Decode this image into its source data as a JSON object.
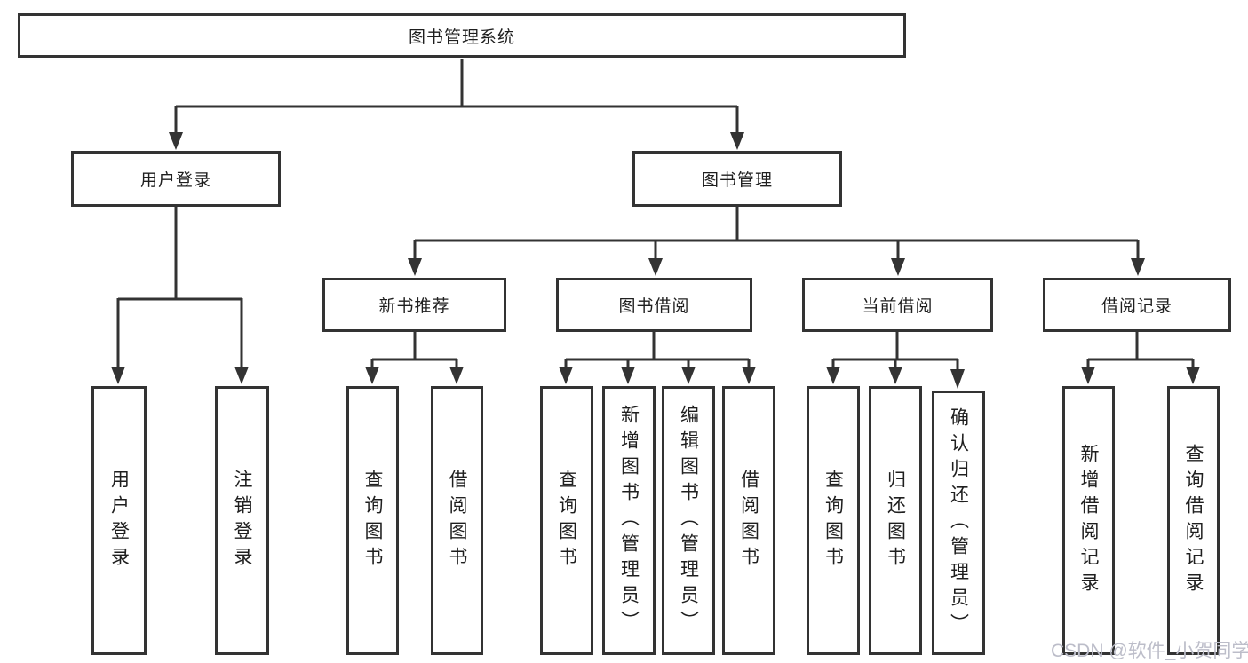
{
  "nodes": {
    "root": "图书管理系统",
    "l2": [
      "用户登录",
      "图书管理"
    ],
    "l3": [
      "新书推荐",
      "图书借阅",
      "当前借阅",
      "借阅记录"
    ],
    "leaves_login": [
      "用户登录",
      "注销登录"
    ],
    "leaves_recommend": [
      "查询图书",
      "借阅图书"
    ],
    "leaves_borrow": [
      "查询图书",
      "新增图书（管理员）",
      "编辑图书（管理员）",
      "借阅图书"
    ],
    "leaves_current": [
      "查询图书",
      "归还图书",
      "确认归还（管理员）"
    ],
    "leaves_records": [
      "新增借阅记录",
      "查询借阅记录"
    ]
  },
  "watermark": "CSDN @软件_小贺同学",
  "colors": {
    "line": "#333333",
    "text": "#1f1f1f",
    "box-bg": "#ffffff",
    "canvas-bg": "#ffffff",
    "watermark": "#bcbdc9"
  }
}
